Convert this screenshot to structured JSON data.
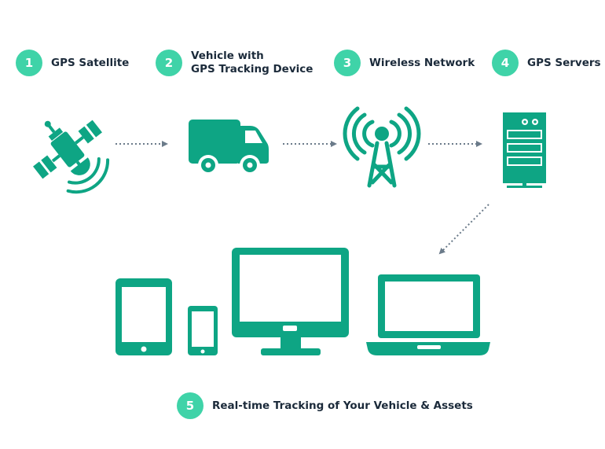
{
  "colors": {
    "icon": "#0ea584",
    "badge": "#3fd3a8",
    "arrow": "#6b7b8a",
    "text": "#1b2a3a"
  },
  "steps": [
    {
      "number": "1",
      "lines": [
        "GPS Satellite"
      ]
    },
    {
      "number": "2",
      "lines": [
        "Vehicle with",
        "GPS Tracking Device"
      ]
    },
    {
      "number": "3",
      "lines": [
        "Wireless Network"
      ]
    },
    {
      "number": "4",
      "lines": [
        "GPS Servers"
      ]
    },
    {
      "number": "5",
      "lines": [
        "Real-time Tracking of Your Vehicle & Assets"
      ]
    }
  ],
  "icons": [
    "satellite-icon",
    "delivery-van-icon",
    "radio-tower-icon",
    "server-rack-icon",
    "tablet-icon",
    "smartphone-icon",
    "desktop-monitor-icon",
    "laptop-icon"
  ]
}
